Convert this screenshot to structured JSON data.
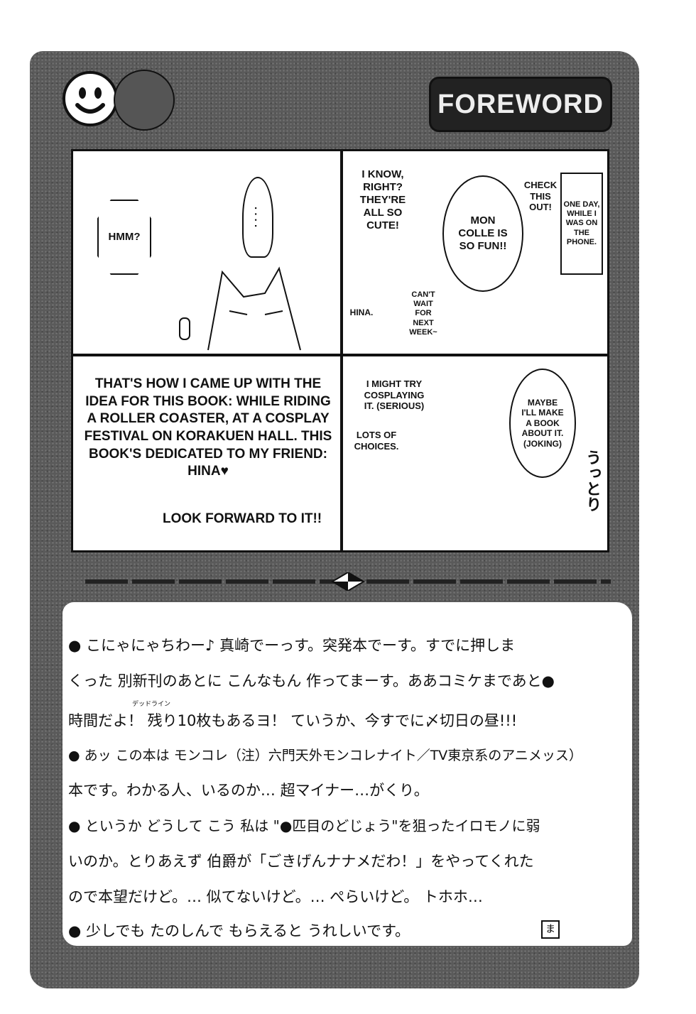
{
  "header": {
    "title": "FOREWORD",
    "smiley_icon": "smiley-face-icon"
  },
  "panels": {
    "p1": {
      "hmm": "HMM?",
      "dots": ". . . ."
    },
    "p2": {
      "hina_reply": "I KNOW, RIGHT? THEY'RE ALL SO CUTE!",
      "mon_colle": "MON COLLE IS SO FUN!!",
      "check": "CHECK THIS OUT!",
      "caption": "ONE DAY, WHILE I WAS ON THE PHONE.",
      "cant_wait": "CAN'T WAIT FOR NEXT WEEK~",
      "hina_label": "HINA."
    },
    "p3": {
      "narration": "THAT'S HOW I CAME UP WITH THE IDEA FOR THIS BOOK: WHILE RIDING A ROLLER COASTER, AT A COSPLAY FESTIVAL ON KORAKUEN HALL. THIS BOOK'S DEDICATED TO MY FRIEND: HINA♥",
      "look_forward": "LOOK FORWARD TO IT!!"
    },
    "p4": {
      "cosplay": "I MIGHT TRY COSPLAYING IT. (SERIOUS)",
      "choices": "LOTS OF CHOICES.",
      "maybe_book": "MAYBE I'LL MAKE A BOOK ABOUT IT. (JOKING)",
      "sfx": "うっとり",
      "furigana": "デッドライン"
    }
  },
  "notes": {
    "lines": [
      "● こにゃにゃちわー♪ 真崎でーっす。突発本でーす。すでに押しま",
      "くった 別新刊のあとに こんなもん 作ってまーす。ああコミケまであと●",
      "時間だよ！ 残り10枚もあるヨ！ ていうか、今すでに〆切日の昼!!!",
      "● あッ この本は モンコレ（注）六門天外モンコレナイト／TV東京系のアニメッス）",
      "本です。わかる人、いるのか… 超マイナー…がくり。",
      "● というか どうして こう 私は \"●匹目のどじょう\"を狙ったイロモノに弱",
      "いのか。とりあえず 伯爵が「ごきげんナナメだわ！」をやってくれた",
      "ので本望だけど。… 似てないけど。… ぺらいけど。 トホホ…",
      "● 少しでも たのしんで もらえると うれしいです。"
    ],
    "signature": "ま"
  }
}
